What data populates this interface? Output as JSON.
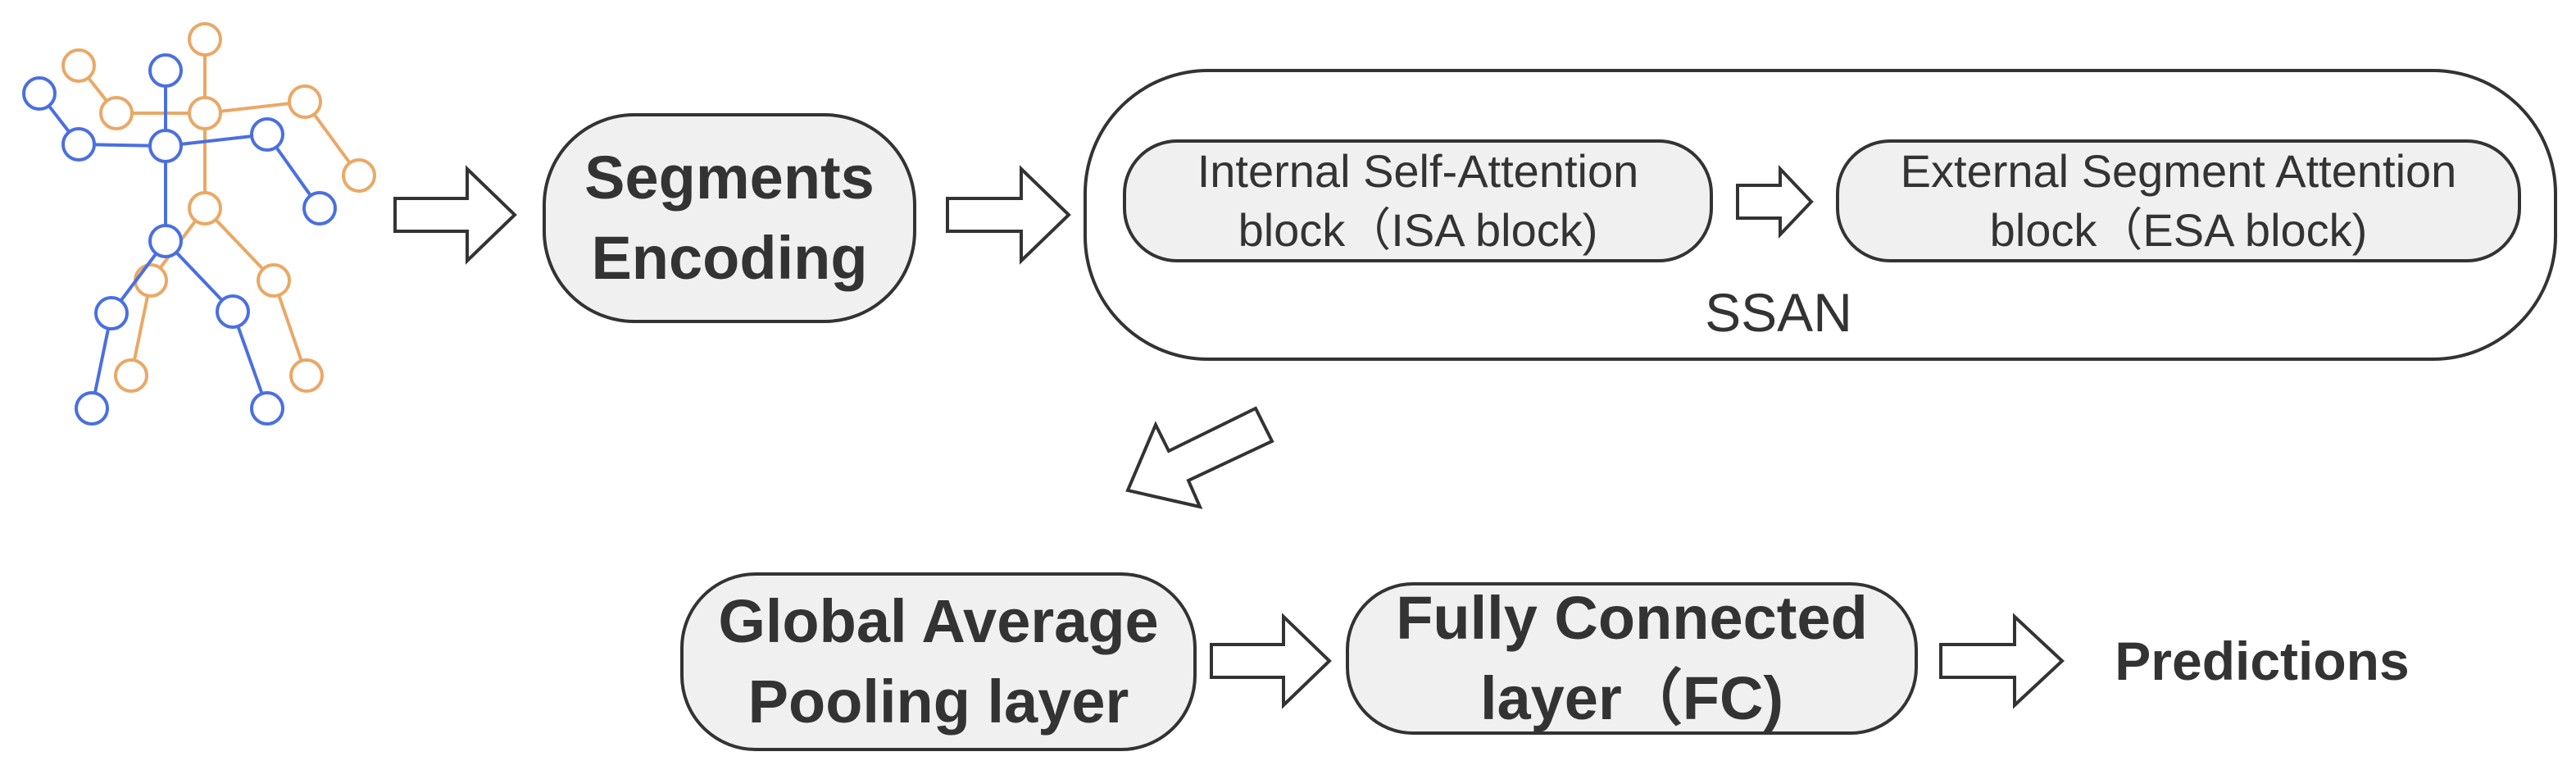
{
  "skeleton": {
    "icon": "human-skeleton-icon",
    "colors": {
      "left": "#4a6fe0",
      "right": "#eaa865"
    }
  },
  "segments_encoding": {
    "line1": "Segments",
    "line2": "Encoding"
  },
  "ssan": {
    "label": "SSAN",
    "isa_block": {
      "line1": "Internal Self-Attention",
      "line2": "block（ISA block)"
    },
    "esa_block": {
      "line1": "External Segment Attention",
      "line2": "block（ESA block)"
    }
  },
  "gap_layer": {
    "line1": "Global Average",
    "line2": "Pooling layer"
  },
  "fc_layer": {
    "line1": "Fully Connected",
    "line2": "layer（FC)"
  },
  "predictions": {
    "label": "Predictions"
  },
  "colors": {
    "box_fill": "#f0f0f0",
    "stroke": "#333333"
  }
}
